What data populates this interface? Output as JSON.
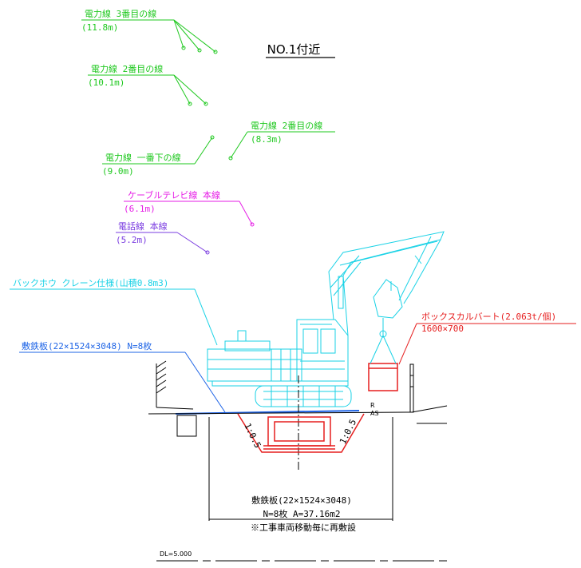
{
  "title": "NO.1付近",
  "colors": {
    "green": "#1ec81e",
    "magenta": "#e61ee6",
    "purple": "#7a3ce0",
    "cyan": "#19d2e6",
    "blue": "#1e64e6",
    "red": "#e61e1e",
    "black": "#000000"
  },
  "power_lines": [
    {
      "name": "電力線 3番目の線",
      "height": "(11.8m)"
    },
    {
      "name": "電力線 2番目の線",
      "height": "(10.1m)"
    },
    {
      "name": "電力線 2番目の線",
      "height": "(8.3m)"
    },
    {
      "name": "電力線 一番下の線",
      "height": "(9.0m)"
    }
  ],
  "cable_tv": {
    "name": "ケーブルテレビ線 本線",
    "height": "(6.1m)"
  },
  "telephone": {
    "name": "電話線 本線",
    "height": "(5.2m)"
  },
  "excavator": {
    "label": "バックホウ クレーン仕様(山積0.8m3)"
  },
  "steel_plate": {
    "label": "敷鉄板(22×1524×3048) N=8枚"
  },
  "box_culvert": {
    "label": "ボックスカルバート(2.063t/個)",
    "size": "1600×700"
  },
  "slope_left": "1:0.5",
  "slope_right": "1:0.5",
  "road_marks": {
    "r": "R",
    "as": "AS"
  },
  "plate_note": {
    "line1": "敷鉄板(22×1524×3048)",
    "line2": "N=8枚 A=37.16m2",
    "line3": "※工事車両移動毎に再敷設"
  },
  "datum": "DL=5.000"
}
